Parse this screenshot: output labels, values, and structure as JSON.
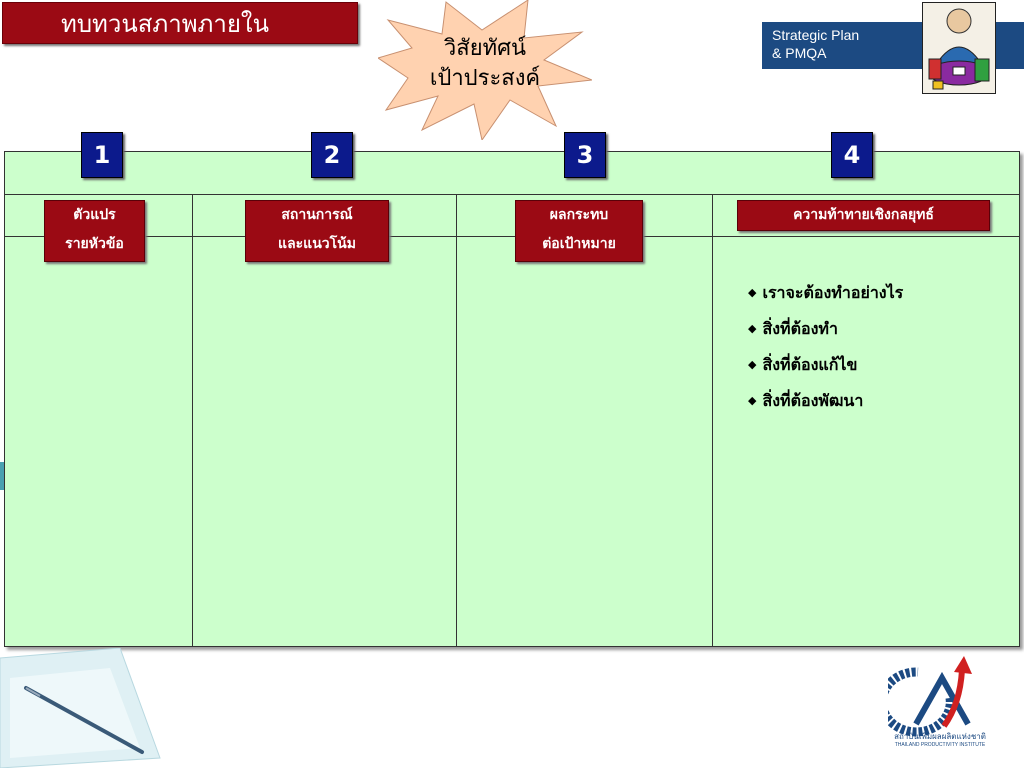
{
  "slide_title": "ทบทวนสภาพภายใน",
  "callout": {
    "line1": "วิสัยทัศน์",
    "line2": "เป้าประสงค์"
  },
  "brand": {
    "line1": "Strategic Plan",
    "line2": "& PMQA"
  },
  "columns": [
    {
      "number": "1",
      "header_line1": "ตัวแปร",
      "header_line2": "รายหัวข้อ"
    },
    {
      "number": "2",
      "header_line1": "สถานการณ์",
      "header_line2": "และแนวโน้ม"
    },
    {
      "number": "3",
      "header_line1": "ผลกระทบ",
      "header_line2": "ต่อเป้าหมาย"
    },
    {
      "number": "4",
      "header_line1": "ความท้าทายเชิงกลยุทธ์",
      "header_line2": ""
    }
  ],
  "bullet_glyph": "◆",
  "challenge_items": [
    "เราจะต้องทำอย่างไร",
    "สิ่งที่ต้องทำ",
    "สิ่งที่ต้องแก้ไข",
    "สิ่งที่ต้องพัฒนา"
  ],
  "logo": {
    "thai": "สถาบันเพิ่มผลผลิตแห่งชาติ",
    "english": "THAILAND PRODUCTIVITY INSTITUTE"
  },
  "colors": {
    "title_red": "#9b0a14",
    "number_blue": "#0c1a8c",
    "panel_green": "#ccffcc",
    "brand_blue": "#1c4a82",
    "starburst": "#ffd2b0"
  }
}
